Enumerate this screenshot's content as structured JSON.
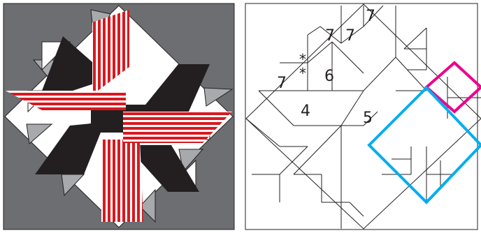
{
  "colors": {
    "background_gray": "#6d6e71",
    "light_gray": "#a7a9ac",
    "black": "#231f20",
    "red": "#d71920",
    "white": "#ffffff",
    "line": "#231f20",
    "magenta": "#ec008c",
    "cyan": "#00aeef"
  },
  "diagram": {
    "labels": {
      "piece_7a": "7",
      "piece_7b": "7",
      "piece_7c": "7",
      "piece_7d": "7",
      "piece_6": "6",
      "piece_5": "5",
      "piece_4": "4",
      "star_a": "*",
      "star_b": "*"
    }
  }
}
